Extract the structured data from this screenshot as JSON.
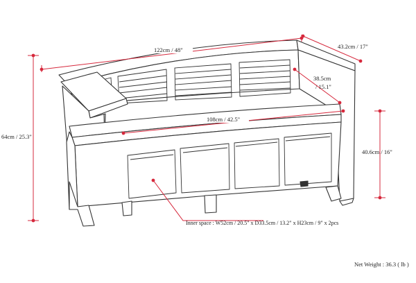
{
  "dimensions": {
    "width_label": "122cm / 48\"",
    "depth_label": "43.2cm / 17\"",
    "back_height_label": "38.5cm / 15.1\"",
    "seat_width_label": "108cm / 42.5\"",
    "seat_height_label": "40.6cm / 16\"",
    "total_height_label": "64cm / 25.3\""
  },
  "inner_space_label": "Inner space : W52cm / 20.5\" x D33.5cm / 13.2\" x H23cm / 9\" x 2pcs",
  "net_weight_label": "Net Weight : 36.3 ( lb )",
  "colors": {
    "dimension_line": "#d6283c",
    "line_art": "#333333",
    "background": "#ffffff"
  }
}
